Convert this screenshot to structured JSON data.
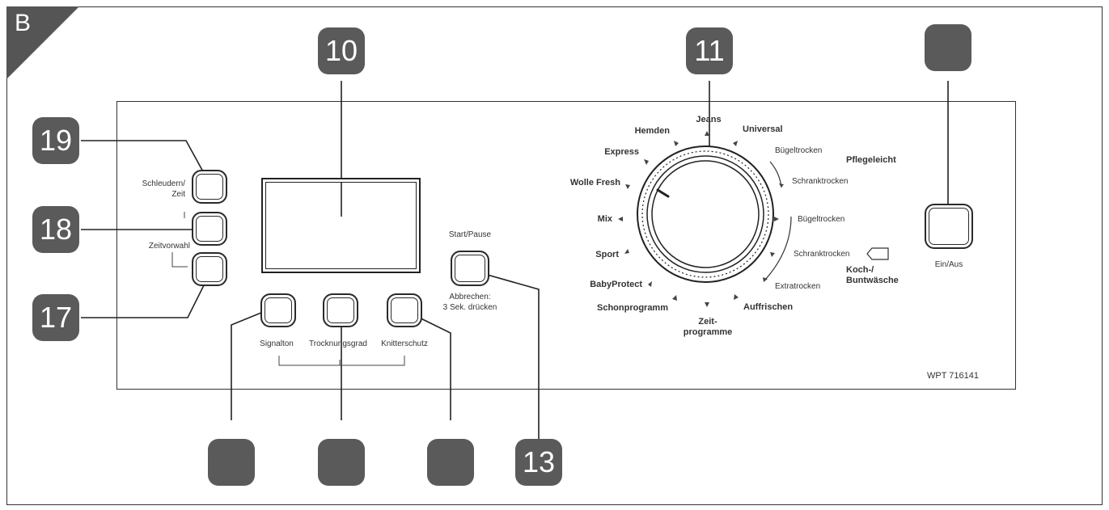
{
  "section": "B",
  "badges": {
    "b10": "10",
    "b11": "11",
    "b13": "13",
    "b17": "17",
    "b18": "18",
    "b19": "19",
    "b_top_right": "",
    "b_bottom_1": "",
    "b_bottom_2": "",
    "b_bottom_3": ""
  },
  "buttons": {
    "spin_time_line1": "Schleudern/",
    "spin_time_line2": "Zeit",
    "delay": "Zeitvorwahl",
    "start_pause": "Start/Pause",
    "cancel_line1": "Abbrechen:",
    "cancel_line2": "3 Sek. drücken",
    "signal": "Signalton",
    "dryness": "Trocknungsgrad",
    "anticrease": "Knitterschutz",
    "onoff": "Ein/Aus"
  },
  "programs": {
    "jeans": "Jeans",
    "hemden": "Hemden",
    "universal": "Universal",
    "express": "Express",
    "wolle": "Wolle Fresh",
    "mix": "Mix",
    "sport": "Sport",
    "babyprotect": "BabyProtect",
    "schon": "Schonprogramm",
    "zeit_line1": "Zeit-",
    "zeit_line2": "programme",
    "auffrischen": "Auffrischen",
    "pflegeleicht": "Pflegeleicht",
    "koch_line1": "Koch-/",
    "koch_line2": "Buntwäsche"
  },
  "options": {
    "bugel1": "Bügeltrocken",
    "schrank1": "Schranktrocken",
    "bugel2": "Bügeltrocken",
    "schrank2": "Schranktrocken",
    "extra": "Extratrocken"
  },
  "model": "WPT 716141"
}
